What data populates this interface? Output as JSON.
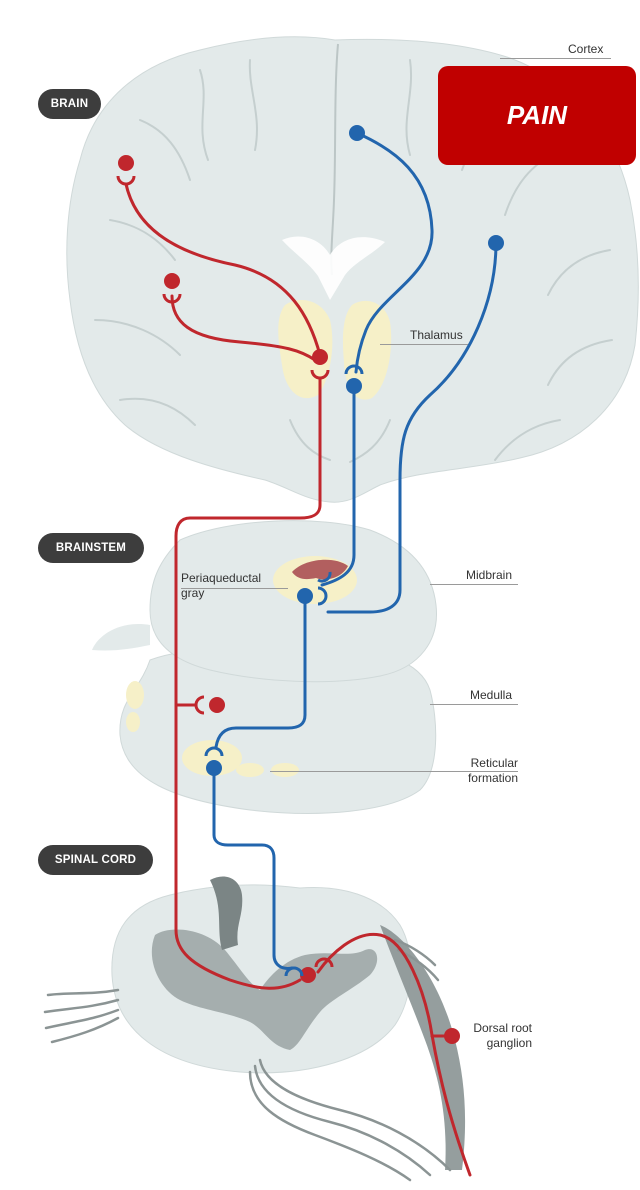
{
  "sections": {
    "brain": "BRAIN",
    "brainstem": "BRAINSTEM",
    "spinal_cord": "SPINAL CORD"
  },
  "structures": {
    "cortex": "Cortex",
    "thalamus": "Thalamus",
    "periaqueductal_gray_line1": "Periaqueductal",
    "periaqueductal_gray_line2": "gray",
    "midbrain": "Midbrain",
    "medulla": "Medulla",
    "reticular_formation_line1": "Reticular",
    "reticular_formation_line2": "formation",
    "dorsal_root_ganglion_line1": "Dorsal root",
    "dorsal_root_ganglion_line2": "ganglion"
  },
  "callout": {
    "text": "PAIN"
  },
  "colors": {
    "ascending_pathway": "#c0272d",
    "descending_pathway": "#2265ad",
    "tissue": "#e3eaea",
    "gray_matter": "#9aa3a3",
    "highlight": "#f6f0c8",
    "callout": "#c00000",
    "badge": "#3d3d3d"
  }
}
